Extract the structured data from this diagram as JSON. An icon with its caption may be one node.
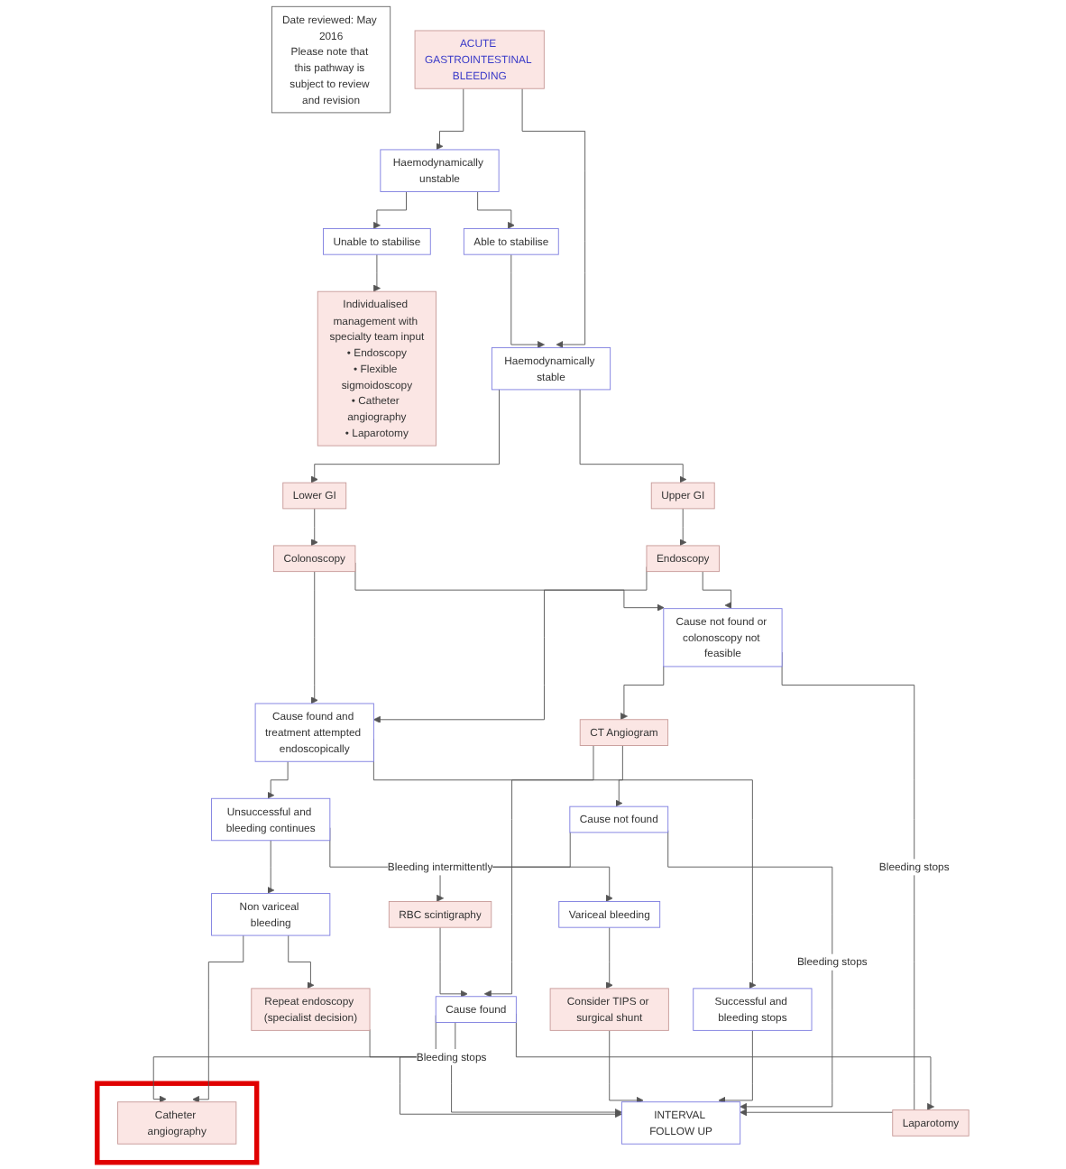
{
  "diagram": {
    "nodes": [
      {
        "text": [
          "ACUTE GASTROINTESTINAL BLEEDING"
        ]
      },
      {
        "text": [
          "Date reviewed: May 2016",
          "Please note that this pathway is subject to review and revision"
        ]
      },
      {
        "text": [
          "Haemodynamically unstable"
        ]
      },
      {
        "text": [
          "Haemodynamically stable"
        ]
      },
      {
        "text": [
          "Unable to stabilise"
        ]
      },
      {
        "text": [
          "Able to stabilise"
        ]
      },
      {
        "text": [
          "Upper GI"
        ]
      },
      {
        "text": [
          "Lower GI"
        ]
      },
      {
        "text": [
          "Individualised management with specialty team input",
          "• Endoscopy",
          "• Flexible sigmoidoscopy",
          "• Catheter angiography",
          "• Laparotomy"
        ]
      },
      {
        "text": [
          "Endoscopy"
        ]
      },
      {
        "text": [
          "Colonoscopy"
        ]
      },
      {
        "text": [
          "Cause found and treatment attempted endoscopically"
        ]
      },
      {
        "text": [
          "Cause not found or colonoscopy not feasible"
        ]
      },
      {
        "text": [
          "Successful and bleeding stops"
        ]
      },
      {
        "text": [
          "Unsuccessful and bleeding continues"
        ]
      },
      {
        "text": [
          "CT Angiogram"
        ]
      },
      {
        "text": [
          "Variceal bleeding"
        ]
      },
      {
        "text": [
          "Non variceal bleeding"
        ]
      },
      {
        "text": [
          "Cause found"
        ]
      },
      {
        "text": [
          "Cause not found"
        ]
      },
      {
        "text": [
          "Consider TIPS or surgical shunt"
        ]
      },
      {
        "text": [
          "Repeat endoscopy (specialist decision)"
        ]
      },
      {
        "text": [
          "RBC scintigraphy"
        ]
      },
      {
        "text": [],
        "shape": "box"
      },
      {
        "text": [
          "Catheter angiography"
        ],
        "in": 23
      },
      {
        "text": [
          "Laparotomy"
        ]
      },
      {
        "text": [
          "INTERVAL FOLLOW UP"
        ]
      }
    ],
    "edges": [
      {
        "from": 0,
        "to": 2,
        "arrow": "to"
      },
      {
        "from": 0,
        "to": 3,
        "arrow": "to"
      },
      {
        "from": 2,
        "to": 4,
        "arrow": "to"
      },
      {
        "from": 2,
        "to": 5,
        "arrow": "to"
      },
      {
        "from": 5,
        "to": 3,
        "arrow": "to"
      },
      {
        "from": 3,
        "to": 6,
        "arrow": "to"
      },
      {
        "from": 3,
        "to": 7,
        "arrow": "to"
      },
      {
        "from": 4,
        "to": 8,
        "arrow": "to"
      },
      {
        "from": 6,
        "to": 9,
        "arrow": "to"
      },
      {
        "from": 7,
        "to": 10,
        "arrow": "to"
      },
      {
        "from": 9,
        "to": 11,
        "arrow": "to"
      },
      {
        "from": 9,
        "to": 12,
        "arrow": "to"
      },
      {
        "from": 10,
        "to": 11,
        "arrow": "to"
      },
      {
        "from": 10,
        "to": 12,
        "arrow": "to"
      },
      {
        "from": 11,
        "to": 13,
        "arrow": "to"
      },
      {
        "from": 11,
        "to": 14,
        "arrow": "to"
      },
      {
        "from": 12,
        "to": 15,
        "arrow": "to"
      },
      {
        "from": 12,
        "to": 26,
        "arrow": "to",
        "label": "Bleeding stops"
      },
      {
        "from": 15,
        "to": 18,
        "arrow": "to"
      },
      {
        "from": 15,
        "to": 19,
        "arrow": "to"
      },
      {
        "from": 14,
        "to": 16,
        "arrow": "to"
      },
      {
        "from": 14,
        "to": 17,
        "arrow": "to"
      },
      {
        "from": 19,
        "to": 26,
        "arrow": "to",
        "label": "Bleeding stops"
      },
      {
        "from": 16,
        "to": 20,
        "arrow": "to"
      },
      {
        "from": 17,
        "to": 21,
        "arrow": "to"
      },
      {
        "from": 19,
        "to": 22,
        "arrow": "to",
        "label": "Bleeding intermittently"
      },
      {
        "from": 22,
        "to": 18,
        "arrow": "to"
      },
      {
        "from": 17,
        "to": 24,
        "arrow": "to"
      },
      {
        "from": 18,
        "to": 24,
        "arrow": "to"
      },
      {
        "from": 18,
        "to": 25,
        "arrow": "to"
      },
      {
        "from": 13,
        "to": 26,
        "arrow": "to"
      },
      {
        "from": 20,
        "to": 26,
        "arrow": "to"
      },
      {
        "from": 21,
        "to": 26,
        "arrow": "to",
        "label": "Bleeding stops"
      },
      {
        "from": 18,
        "to": 26,
        "arrow": "to"
      }
    ]
  }
}
